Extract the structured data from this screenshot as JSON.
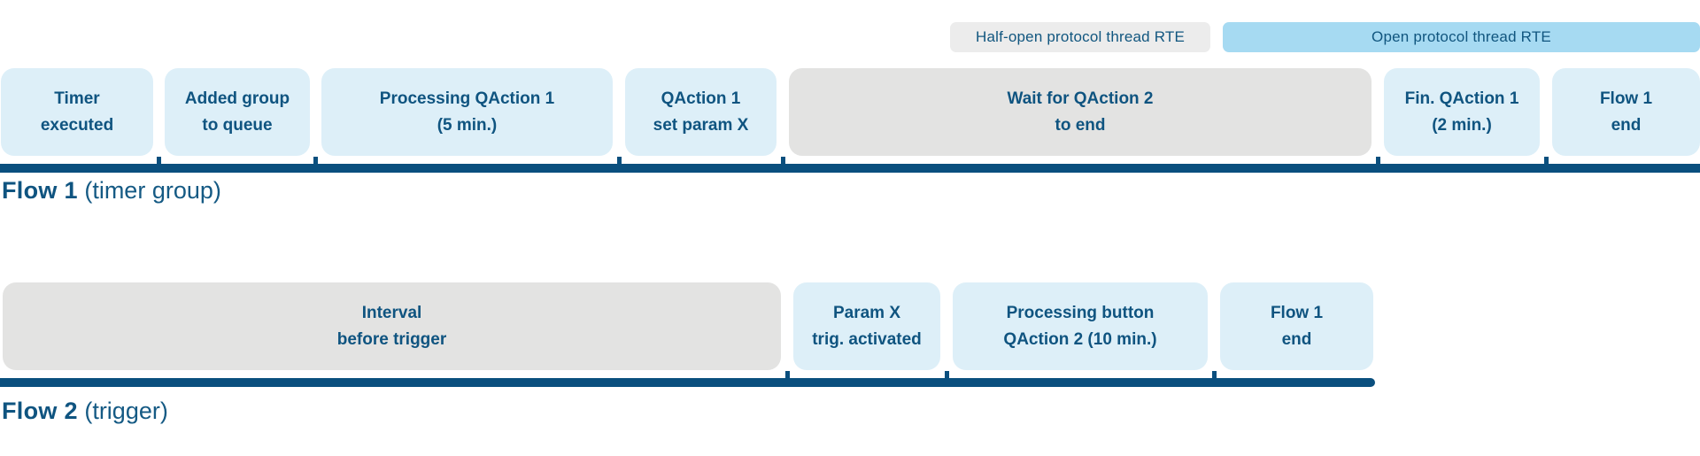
{
  "legend": {
    "half_open_label": "Half-open protocol thread RTE",
    "open_label": "Open protocol thread RTE"
  },
  "colors": {
    "block_blue": "#ddeff8",
    "block_gray": "#e3e3e2",
    "legend_gray": "#ececec",
    "legend_blue": "#a6daf2",
    "text_navy": "#0f5480",
    "timeline_bar": "#0a4f7e",
    "background": "#ffffff"
  },
  "flow1": {
    "title": "Flow 1",
    "subtitle": "(timer group)",
    "blocks": [
      {
        "label": "Timer\nexecuted",
        "type": "blue"
      },
      {
        "label": "Added group\nto queue",
        "type": "blue"
      },
      {
        "label": "Processing QAction 1\n(5 min.)",
        "type": "blue"
      },
      {
        "label": "QAction 1\nset param X",
        "type": "blue"
      },
      {
        "label": "Wait for QAction 2\nto end",
        "type": "gray"
      },
      {
        "label": "Fin. QAction 1\n(2 min.)",
        "type": "blue"
      },
      {
        "label": "Flow 1\nend",
        "type": "blue"
      }
    ]
  },
  "flow2": {
    "title": "Flow 2",
    "subtitle": "(trigger)",
    "blocks": [
      {
        "label": "Interval\nbefore trigger",
        "type": "gray"
      },
      {
        "label": "Param X\ntrig. activated",
        "type": "blue"
      },
      {
        "label": "Processing button\nQAction 2 (10 min.)",
        "type": "blue"
      },
      {
        "label": "Flow 1\nend",
        "type": "blue"
      }
    ]
  }
}
